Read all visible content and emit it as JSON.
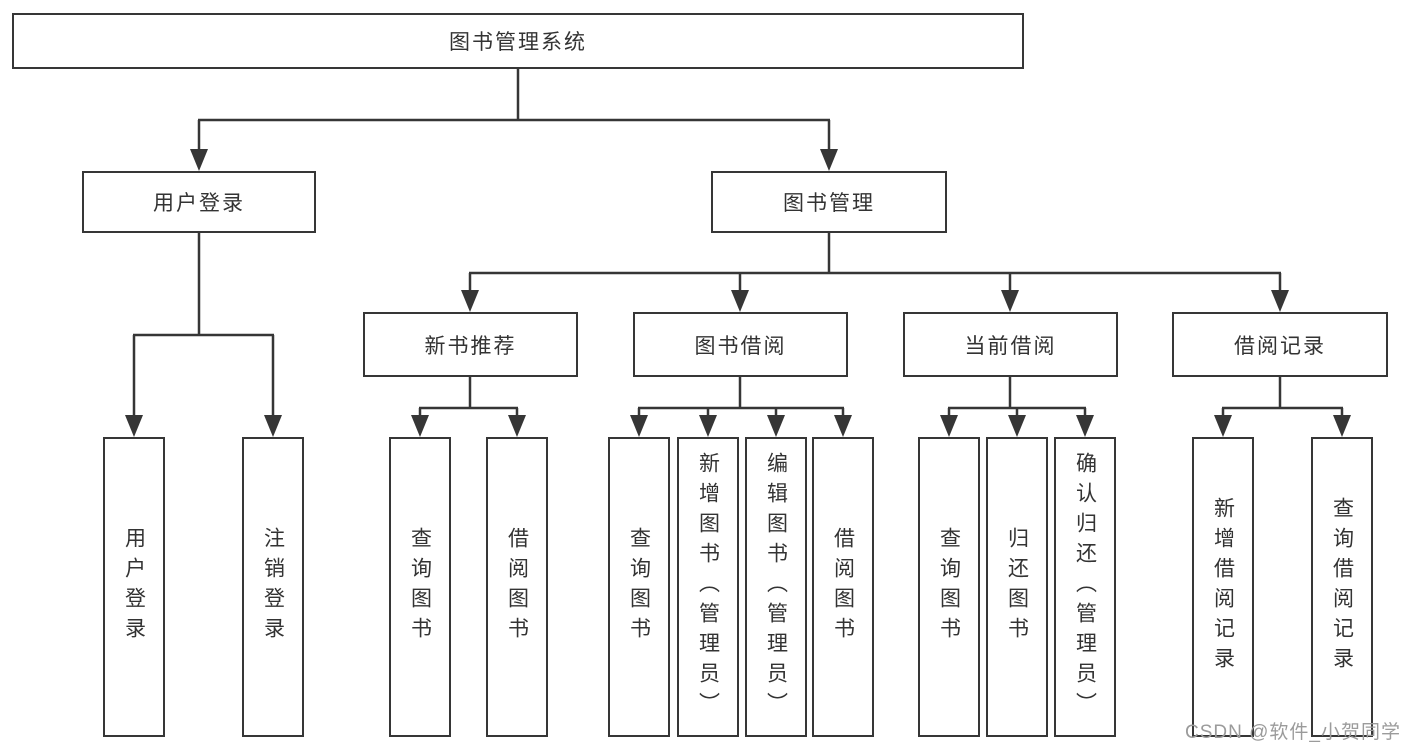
{
  "diagram_type": "hierarchy-tree",
  "tree": {
    "label": "图书管理系统",
    "children": [
      {
        "label": "用户登录",
        "children": [
          {
            "label": "用户登录"
          },
          {
            "label": "注销登录"
          }
        ]
      },
      {
        "label": "图书管理",
        "children": [
          {
            "label": "新书推荐",
            "children": [
              {
                "label": "查询图书"
              },
              {
                "label": "借阅图书"
              }
            ]
          },
          {
            "label": "图书借阅",
            "children": [
              {
                "label": "查询图书"
              },
              {
                "label": "新增图书（管理员）"
              },
              {
                "label": "编辑图书（管理员）"
              },
              {
                "label": "借阅图书"
              }
            ]
          },
          {
            "label": "当前借阅",
            "children": [
              {
                "label": "查询图书"
              },
              {
                "label": "归还图书"
              },
              {
                "label": "确认归还（管理员）"
              }
            ]
          },
          {
            "label": "借阅记录",
            "children": [
              {
                "label": "新增借阅记录"
              },
              {
                "label": "查询借阅记录"
              }
            ]
          }
        ]
      }
    ]
  },
  "watermark": "CSDN @软件_小贺同学",
  "colors": {
    "line": "#363636",
    "text": "#333333",
    "box_background": "#ffffff",
    "watermark": "#9b9b9b",
    "background": "#ffffff"
  }
}
